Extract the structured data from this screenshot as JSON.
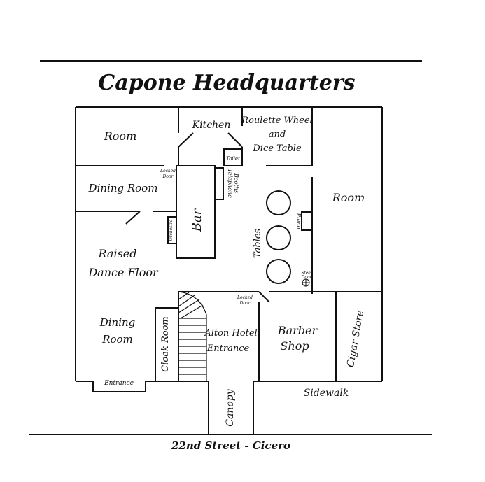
{
  "title": "Capone Headquarters",
  "labels": {
    "room_top_left": "Room",
    "kitchen": "Kitchen",
    "roulette_1": "Roulette Wheel",
    "roulette_2": "and",
    "roulette_3": "Dice Table",
    "toilet": "Toilet",
    "locked_door_top_1": "Locked",
    "locked_door_top_2": "Door",
    "telephone_booths_1": "Telephone",
    "telephone_booths_2": "Booths",
    "dining_room_top": "Dining Room",
    "bar": "Bar",
    "orchestra": "Orchestra",
    "room_right": "Room",
    "piano": "Piano",
    "tables": "Tables",
    "raised_1": "Raised",
    "raised_2": "Dance Floor",
    "steel_door_1": "Steel",
    "steel_door_2": "Door",
    "locked_door_bottom_1": "Locked",
    "locked_door_bottom_2": "Door",
    "dining_bottom_1": "Dining",
    "dining_bottom_2": "Room",
    "cloak_room": "Cloak Room",
    "alton_1": "Alton Hotel",
    "alton_2": "Entrance",
    "barber_1": "Barber",
    "barber_2": "Shop",
    "cigar": "Cigar Store",
    "entrance": "Entrance",
    "canopy": "Canopy",
    "sidewalk": "Sidewalk",
    "street": "22nd Street - Cicero"
  }
}
